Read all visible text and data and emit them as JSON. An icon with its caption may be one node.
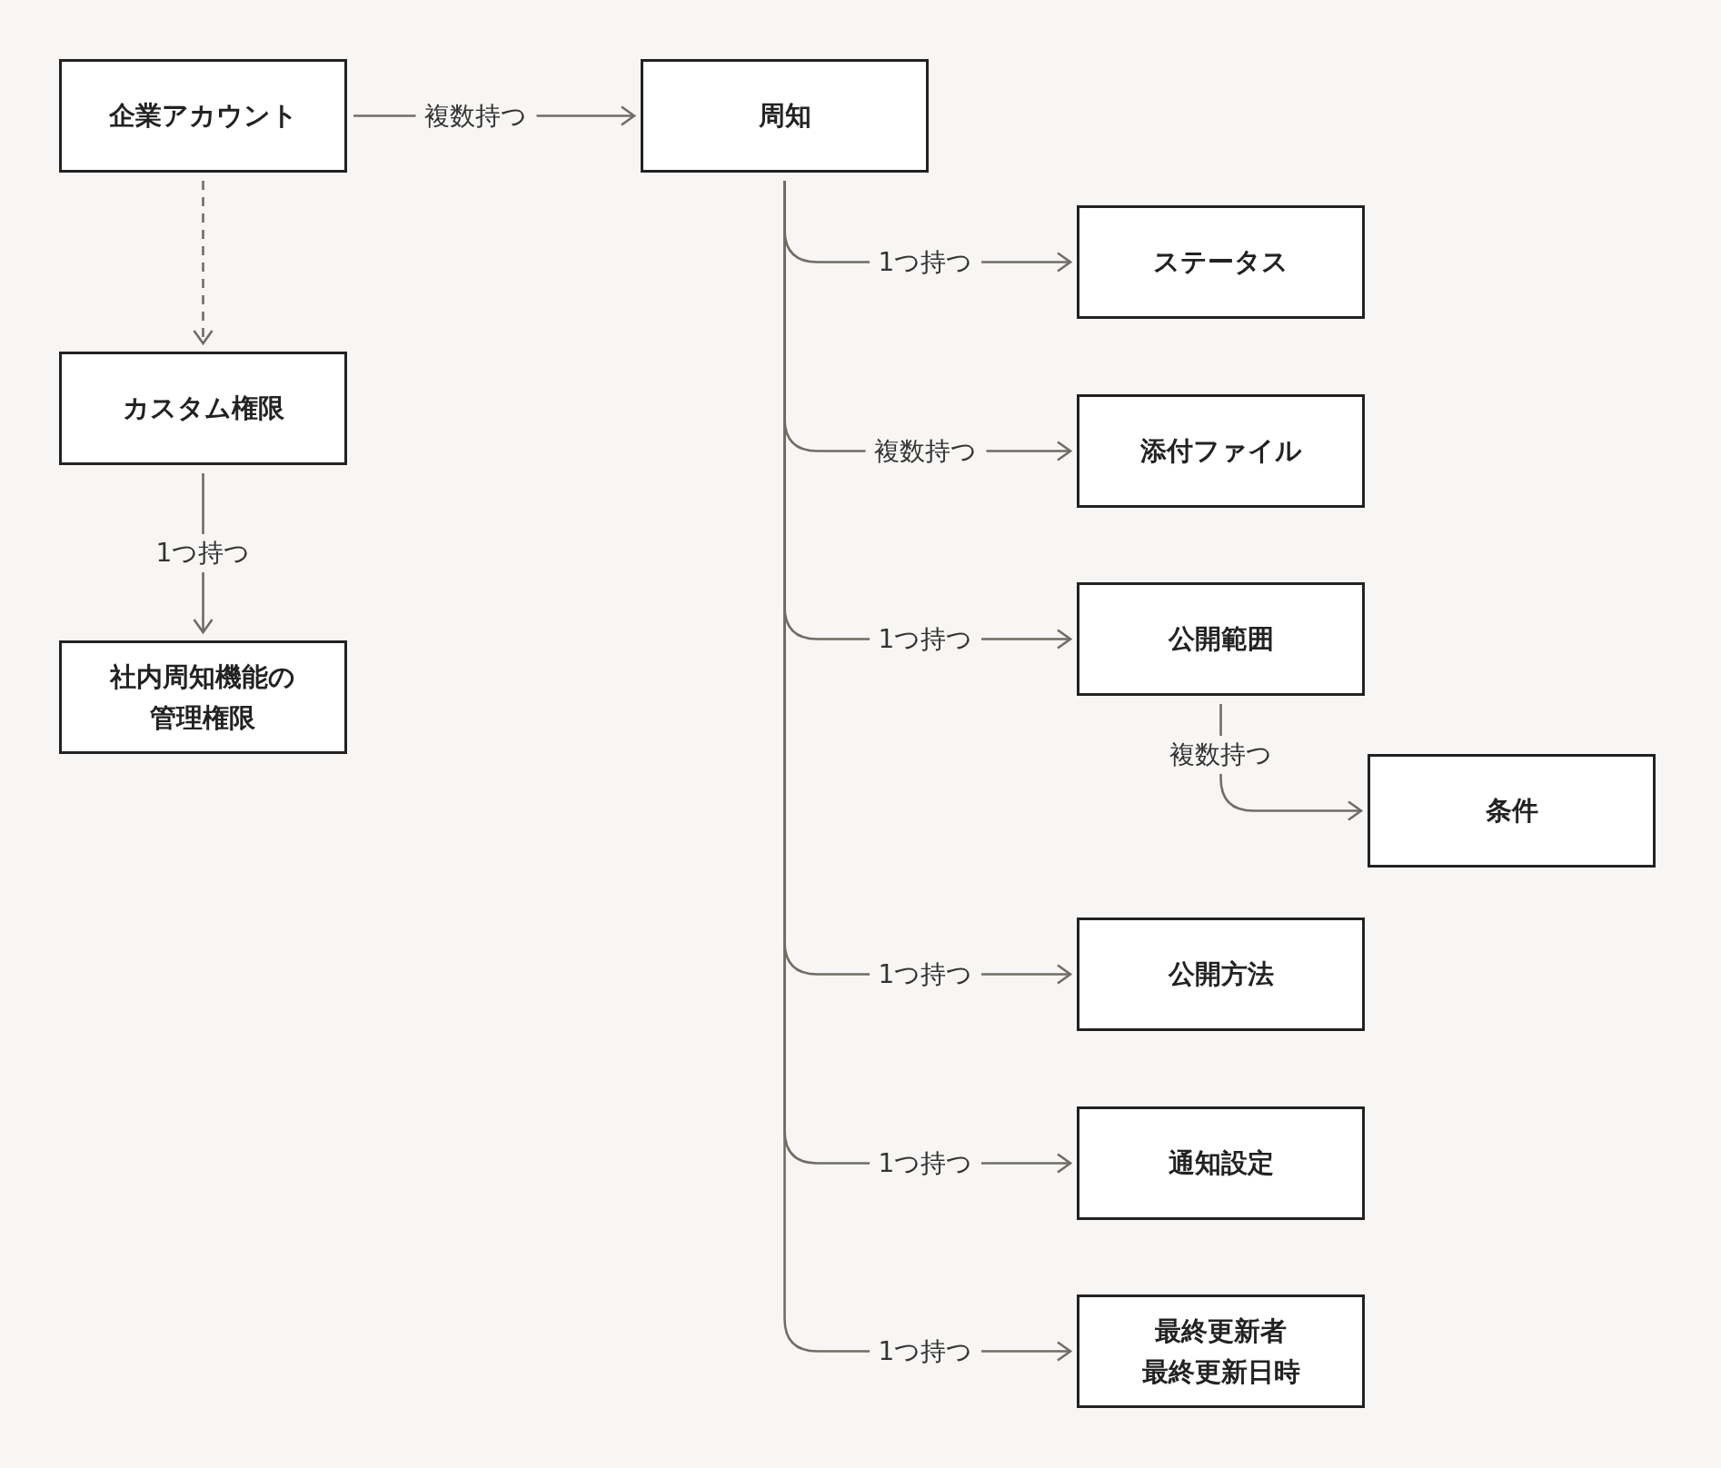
{
  "diagram": {
    "nodes": [
      {
        "text": [
          "企業アカウント"
        ]
      },
      {
        "text": [
          "周知"
        ]
      },
      {
        "text": [
          "カスタム権限"
        ]
      },
      {
        "text": [
          "社内周知機能の管理権限"
        ]
      },
      {
        "text": [
          "ステータス"
        ]
      },
      {
        "text": [
          "添付ファイル"
        ]
      },
      {
        "text": [
          "公開範囲"
        ]
      },
      {
        "text": [
          "条件"
        ]
      },
      {
        "text": [
          "公開方法"
        ]
      },
      {
        "text": [
          "通知設定"
        ]
      },
      {
        "text": [
          "最終更新者",
          "最終更新日時"
        ]
      }
    ],
    "edges": [
      {
        "from": 0,
        "to": 1,
        "arrow": "to",
        "label": "複数持つ"
      },
      {
        "from": 0,
        "to": 2,
        "arrow": "to",
        "style": "dashed"
      },
      {
        "from": 2,
        "to": 3,
        "arrow": "to",
        "label": "1つ持つ"
      },
      {
        "from": 1,
        "to": 4,
        "arrow": "to",
        "label": "1つ持つ"
      },
      {
        "from": 1,
        "to": 5,
        "arrow": "to",
        "label": "複数持つ"
      },
      {
        "from": 1,
        "to": 6,
        "arrow": "to",
        "label": "1つ持つ"
      },
      {
        "from": 6,
        "to": 7,
        "arrow": "to",
        "label": "複数持つ"
      },
      {
        "from": 1,
        "to": 8,
        "arrow": "to",
        "label": "1つ持つ"
      },
      {
        "from": 1,
        "to": 9,
        "arrow": "to",
        "label": "1つ持つ"
      },
      {
        "from": 1,
        "to": 10,
        "arrow": "to",
        "label": "1つ持つ"
      }
    ]
  }
}
